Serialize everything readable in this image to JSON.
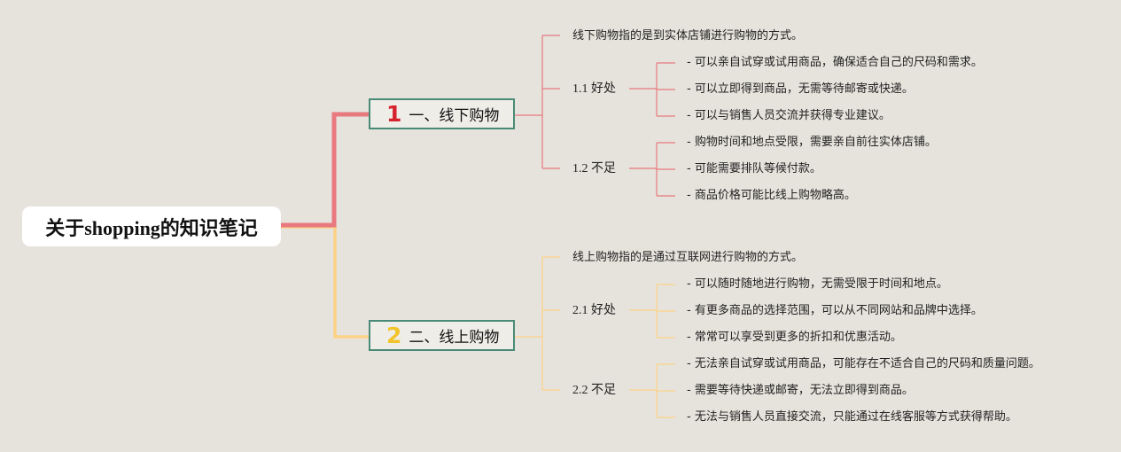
{
  "root": {
    "title": "关于shopping的知识笔记"
  },
  "colors": {
    "branch1": "#e8797e",
    "branch2": "#fcd286",
    "num1": "#d6242f",
    "num2": "#f2c32a",
    "box_border": "#4a8a78"
  },
  "branches": [
    {
      "num": "1",
      "title": "一、线下购物",
      "definition": "线下购物指的是到实体店铺进行购物的方式。",
      "subs": [
        {
          "label": "1.1 好处",
          "items": [
            "- 可以亲自试穿或试用商品，确保适合自己的尺码和需求。",
            "- 可以立即得到商品，无需等待邮寄或快递。",
            "- 可以与销售人员交流并获得专业建议。"
          ]
        },
        {
          "label": "1.2 不足",
          "items": [
            "- 购物时间和地点受限，需要亲自前往实体店铺。",
            "- 可能需要排队等候付款。",
            "- 商品价格可能比线上购物略高。"
          ]
        }
      ]
    },
    {
      "num": "2",
      "title": "二、线上购物",
      "definition": "线上购物指的是通过互联网进行购物的方式。",
      "subs": [
        {
          "label": "2.1 好处",
          "items": [
            "- 可以随时随地进行购物，无需受限于时间和地点。",
            "- 有更多商品的选择范围，可以从不同网站和品牌中选择。",
            "- 常常可以享受到更多的折扣和优惠活动。"
          ]
        },
        {
          "label": "2.2 不足",
          "items": [
            "- 无法亲自试穿或试用商品，可能存在不适合自己的尺码和质量问题。",
            "- 需要等待快递或邮寄，无法立即得到商品。",
            "- 无法与销售人员直接交流，只能通过在线客服等方式获得帮助。"
          ]
        }
      ]
    }
  ]
}
